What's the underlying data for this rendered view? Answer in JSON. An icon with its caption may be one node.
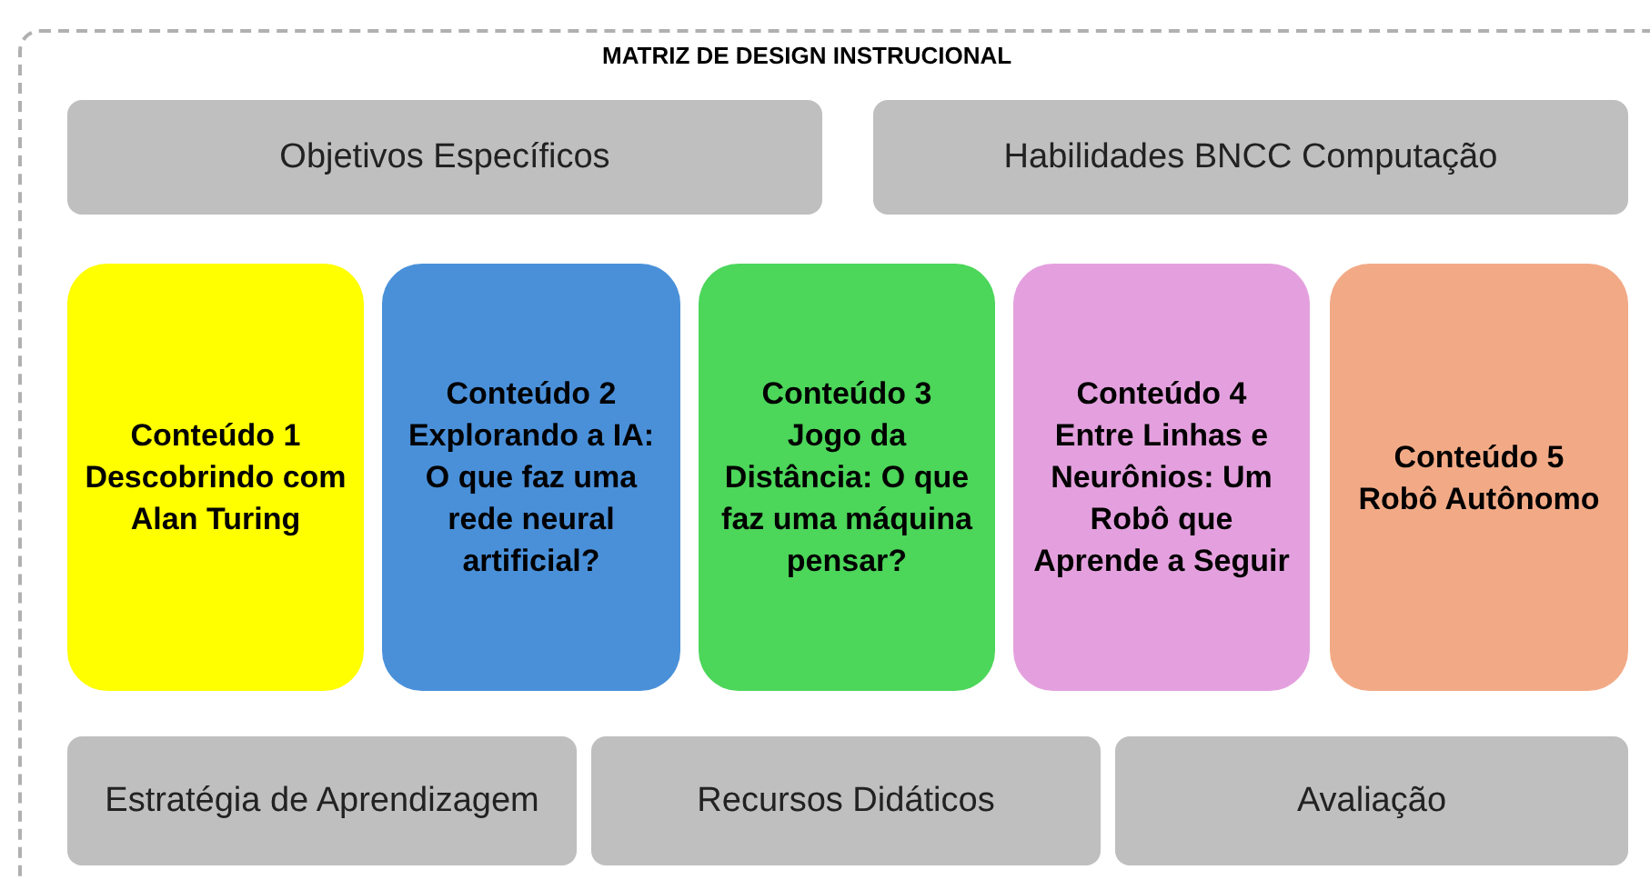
{
  "diagram": {
    "title": "MATRIZ DE DESIGN INSTRUCIONAL",
    "nodes": [
      {
        "text": [
          "Objetivos Específicos"
        ]
      },
      {
        "text": [
          "Habilidades BNCC Computação"
        ]
      },
      {
        "text": [
          "Conteúdo 1",
          "Descobrindo com Alan Turing"
        ]
      },
      {
        "text": [
          "Conteúdo 2",
          "Explorando a IA: O que faz uma rede neural artificial?"
        ]
      },
      {
        "text": [
          "Conteúdo 3",
          "Jogo da Distância: O que faz uma máquina pensar?"
        ]
      },
      {
        "text": [
          "Conteúdo 4",
          "Entre Linhas e Neurônios: Um Robô que Aprende a Seguir"
        ]
      },
      {
        "text": [
          "Conteúdo 5",
          "Robô Autônomo"
        ]
      },
      {
        "text": [
          "Estratégia de Aprendizagem"
        ]
      },
      {
        "text": [
          "Recursos Didáticos"
        ]
      },
      {
        "text": [
          "Avaliação"
        ]
      }
    ]
  }
}
